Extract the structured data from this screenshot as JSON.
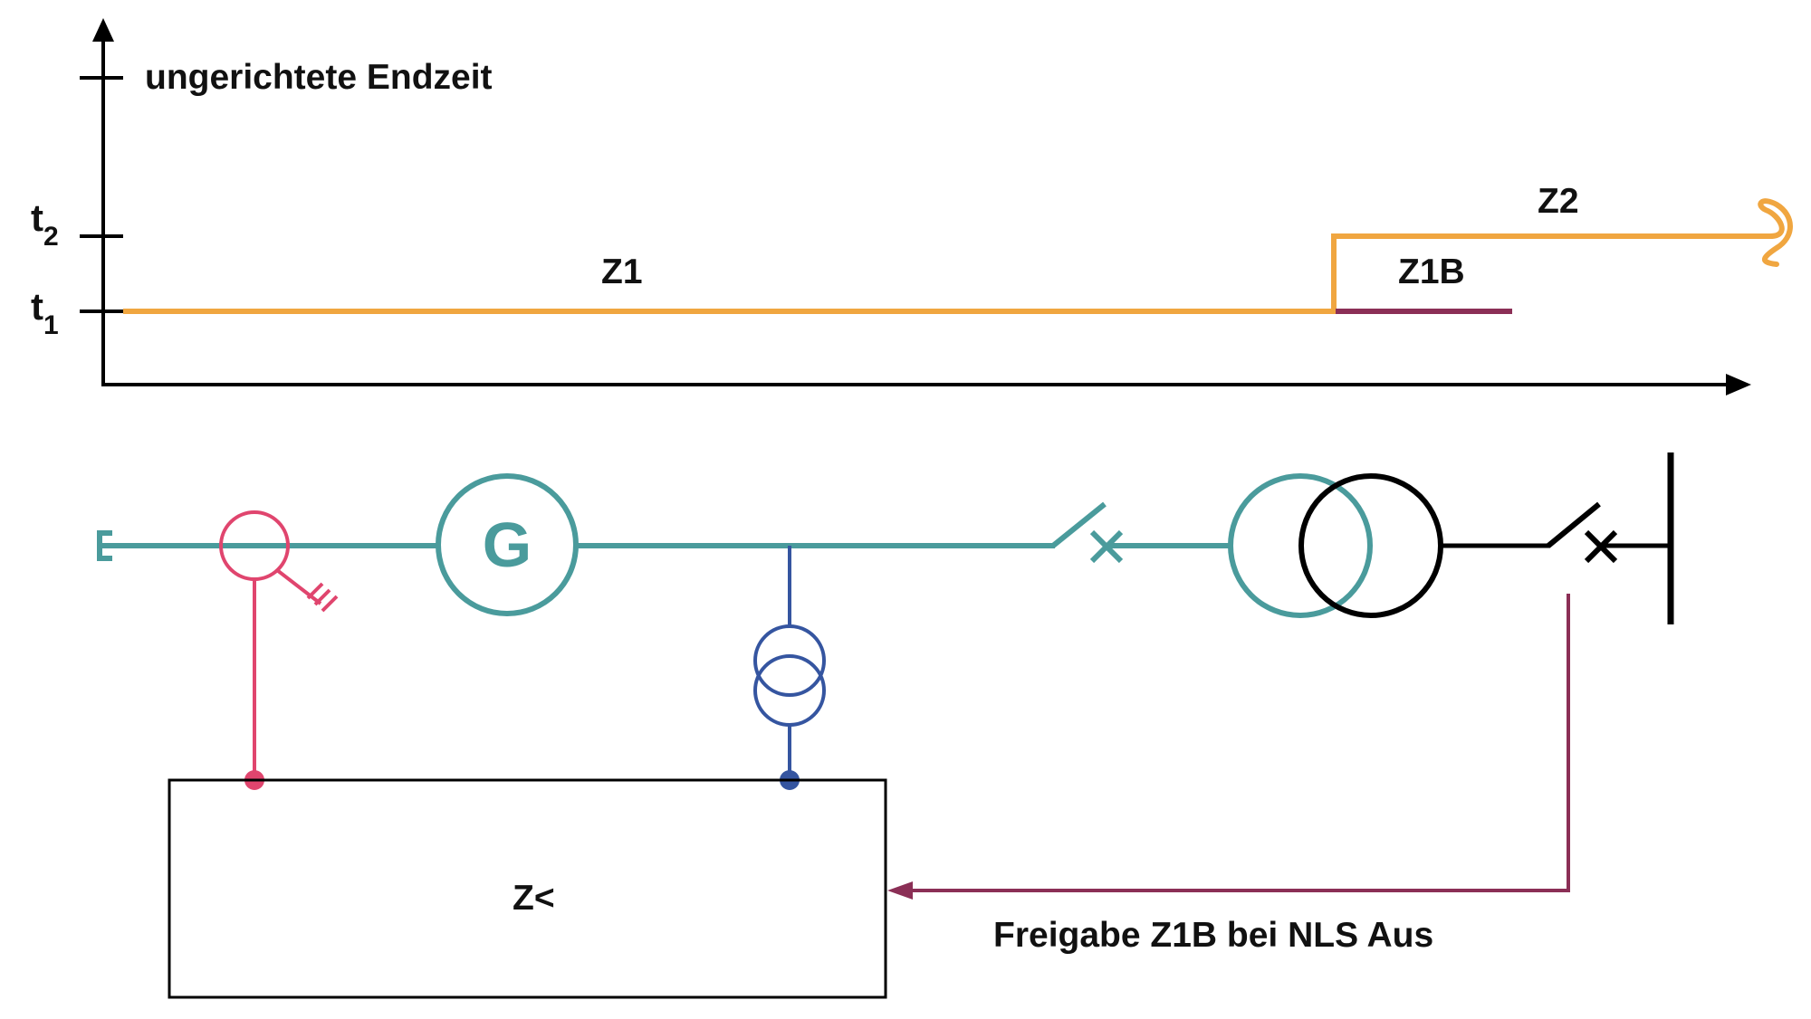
{
  "colors": {
    "axis": "#000000",
    "orange": "#f0a640",
    "purple": "#8b2f56",
    "teal": "#4a9b9c",
    "pink": "#e0456e",
    "blue": "#3555a0",
    "black": "#000000"
  },
  "timing": {
    "y_axis_label": "ungerichtete Endzeit",
    "t1": {
      "main": "t",
      "sub": "1"
    },
    "t2": {
      "main": "t",
      "sub": "2"
    },
    "zones": {
      "z1": "Z1",
      "z1b": "Z1B",
      "z2": "Z2"
    }
  },
  "circuit": {
    "generator_label": "G",
    "relay_label": "Z<",
    "signal_label": "Freigabe Z1B bei NLS Aus"
  }
}
